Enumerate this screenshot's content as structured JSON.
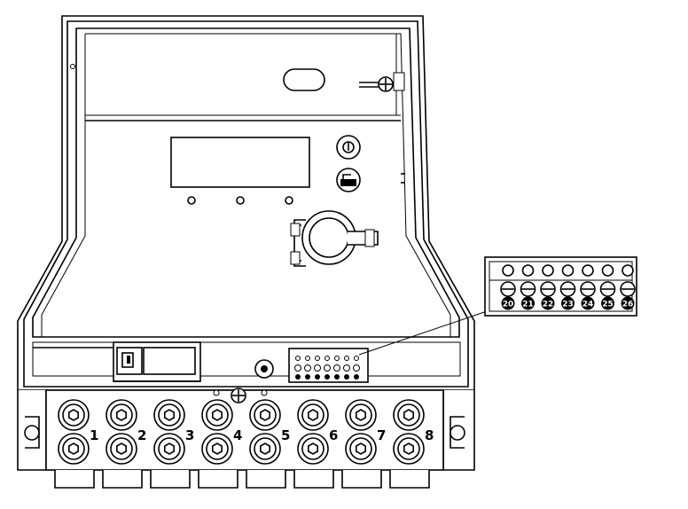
{
  "meter_terminals": [
    "1",
    "2",
    "3",
    "4",
    "5",
    "6",
    "7",
    "8"
  ],
  "auxiliary_terminals": [
    "20",
    "21",
    "22",
    "23",
    "24",
    "25",
    "26"
  ],
  "icons": {
    "lock": "lock-icon",
    "seal": "seal-screw-icon",
    "optical_port": "optical-port-icon"
  },
  "colors": {
    "line": "#000000",
    "background": "#ffffff"
  }
}
